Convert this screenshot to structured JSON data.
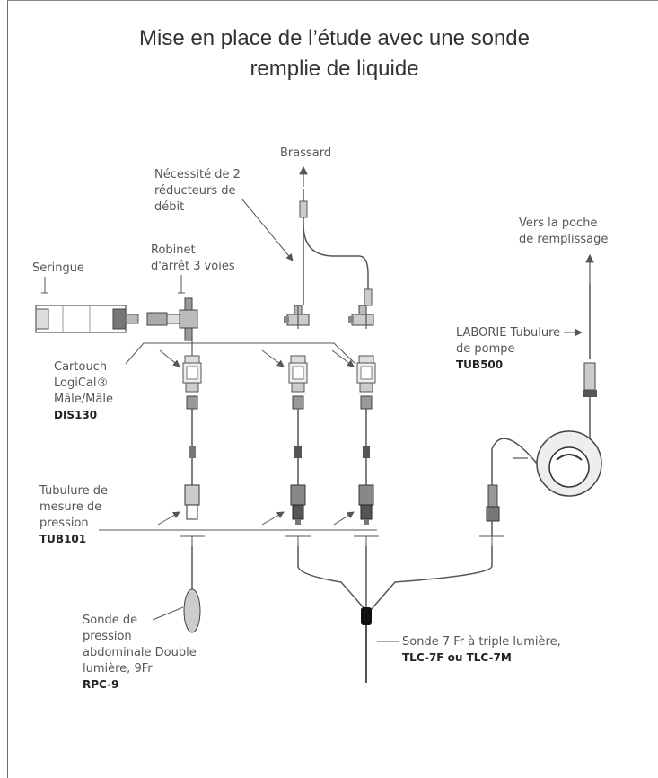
{
  "title": {
    "line1": "Mise en place de l’étude avec une sonde",
    "line2": "remplie de liquide"
  },
  "labels": {
    "brassard": "Brassard",
    "necessite_1": "Nécessité de 2",
    "necessite_2": "réducteurs de",
    "necessite_3": "débit",
    "vers_1": "Vers la poche",
    "vers_2": "de remplissage",
    "robinet_1": "Robinet",
    "robinet_2": "d'arrêt 3 voies",
    "seringue": "Seringue",
    "laborie_1": "LABORIE Tubulure",
    "laborie_2": "de pompe",
    "laborie_code": "TUB500",
    "cartouch_1": "Cartouch",
    "cartouch_2": "LogiCal®",
    "cartouch_3": "Mâle/Mâle",
    "cartouch_code": "DIS130",
    "tubulure_1": "Tubulure de",
    "tubulure_2": "mesure de",
    "tubulure_3": "pression",
    "tubulure_code": "TUB101",
    "sonde_p_1": "Sonde de",
    "sonde_p_2": "pression",
    "sonde_p_3": "abdominale Double",
    "sonde_p_4": "lumière, 9Fr",
    "sonde_p_code": "RPC-9",
    "sonde7_1": "Sonde 7 Fr à triple lumière,",
    "sonde7_code": "TLC-7F ou TLC-7M"
  },
  "colors": {
    "line": "#555555",
    "text": "#555555",
    "title": "#333333"
  }
}
